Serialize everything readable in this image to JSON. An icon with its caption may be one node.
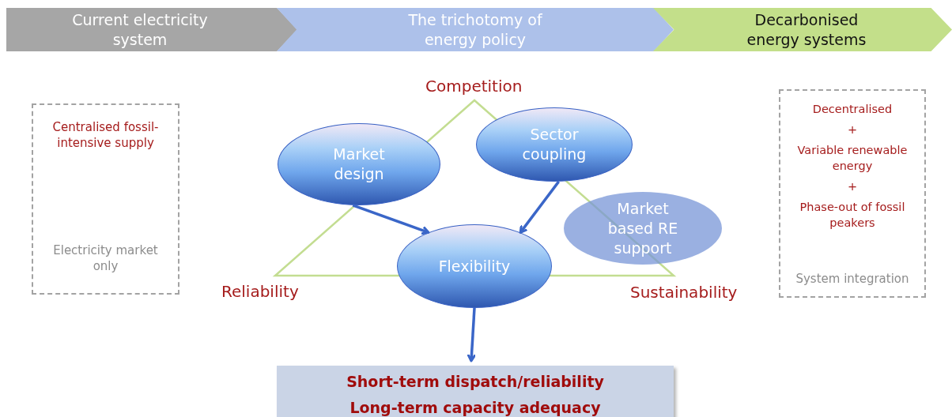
{
  "diagram": {
    "nodes": [
      {
        "text": [
          "Current electricity system"
        ]
      },
      {
        "text": [
          "The trichotomy of energy policy"
        ]
      },
      {
        "text": [
          "Decarbonised energy systems"
        ]
      },
      {
        "text": [
          "Centralised fossil-intensive supply",
          "Electricity market only"
        ]
      },
      {
        "text": [
          "Decentralised",
          "+",
          "Variable renewable energy",
          "+",
          "Phase-out of fossil peakers",
          "System integration"
        ]
      },
      {
        "text": [
          "Market design"
        ]
      },
      {
        "text": [
          "Sector coupling"
        ]
      },
      {
        "text": [
          "Market based RE support"
        ]
      },
      {
        "text": [
          "Flexibility"
        ]
      },
      {
        "text": [
          "Short-term dispatch/reliability",
          "Long-term capacity adequacy"
        ]
      }
    ],
    "edges": [
      {
        "from": 5,
        "to": 8,
        "arrow": "to"
      },
      {
        "from": 6,
        "to": 8,
        "arrow": "to"
      },
      {
        "from": 8,
        "to": 9,
        "arrow": "to"
      }
    ],
    "labels": [
      "Competition",
      "Reliability",
      "Sustainability"
    ]
  }
}
